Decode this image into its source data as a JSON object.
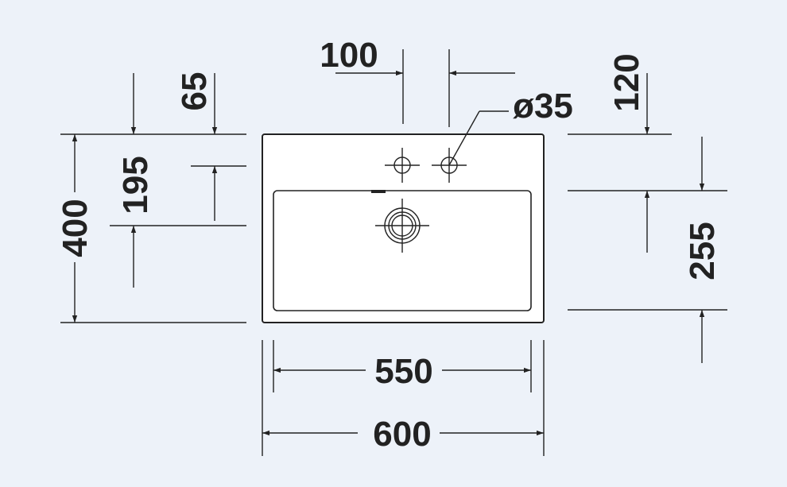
{
  "colors": {
    "background": "#edf2f9",
    "ink": "#222222",
    "basin_fill": "#ffffff"
  },
  "dimensions": {
    "tap_spacing": "100",
    "tap_hole_diameter": "ø35",
    "tap_to_edge": "65",
    "tap_to_bowl": "195",
    "total_depth": "400",
    "back_to_bowl": "120",
    "bowl_depth": "255",
    "bowl_width": "550",
    "total_width": "600"
  }
}
